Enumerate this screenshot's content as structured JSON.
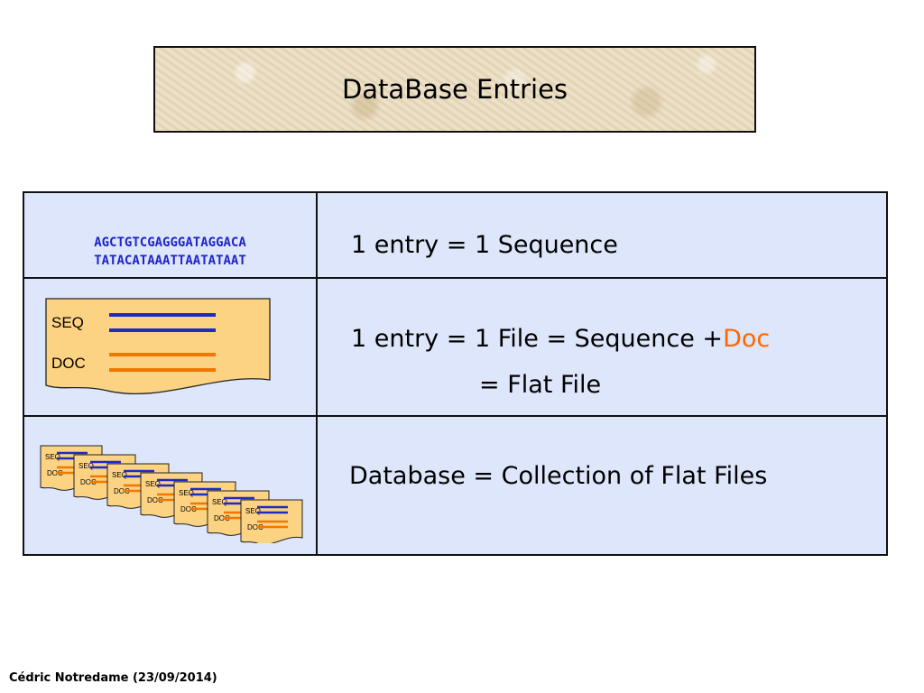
{
  "title": "DataBase Entries",
  "rows": [
    {
      "sequence_lines": [
        "AGCTGTCGAGGGATAGGACA",
        "TATACATAAATTAATATAAT"
      ],
      "text": "1 entry = 1 Sequence"
    },
    {
      "icon": {
        "seq_label": "SEQ",
        "doc_label": "DOC"
      },
      "text_prefix": "1 entry = 1 File = Sequence +",
      "text_highlight": "Doc",
      "text_line2": "= Flat File"
    },
    {
      "icon_stack": {
        "count": 7,
        "seq_label": "SEQ",
        "doc_label": "DOC"
      },
      "text": "Database = Collection of Flat Files"
    }
  ],
  "colors": {
    "seq_line": "#1c2bc4",
    "doc_line": "#f07800",
    "doc_highlight": "#ff6600",
    "file_fill": "#fcd383",
    "table_bg": "#dde6fa"
  },
  "footer": "Cédric Notredame (23/09/2014)"
}
